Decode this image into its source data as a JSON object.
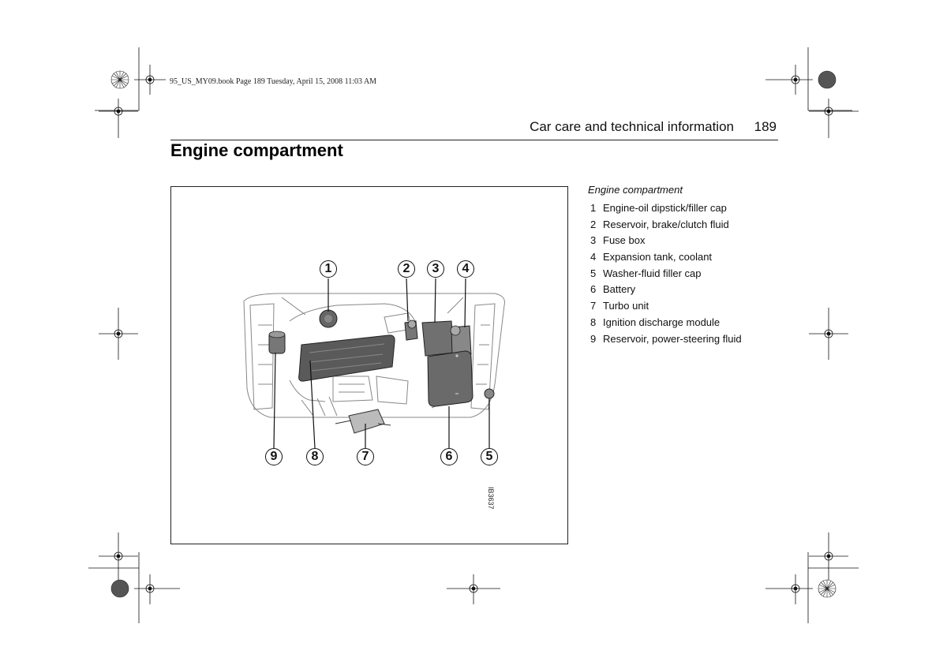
{
  "print_meta": "95_US_MY09.book  Page 189  Tuesday, April 15, 2008  11:03 AM",
  "header": {
    "section": "Car care and technical information",
    "page_number": "189"
  },
  "title": "Engine compartment",
  "figure": {
    "id": "IB3637",
    "callouts": [
      "1",
      "2",
      "3",
      "4",
      "5",
      "6",
      "7",
      "8",
      "9"
    ]
  },
  "legend": {
    "caption": "Engine compartment",
    "items": [
      {
        "num": "1",
        "label": "Engine-oil dipstick/filler cap"
      },
      {
        "num": "2",
        "label": "Reservoir, brake/clutch fluid"
      },
      {
        "num": "3",
        "label": "Fuse box"
      },
      {
        "num": "4",
        "label": "Expansion tank, coolant"
      },
      {
        "num": "5",
        "label": "Washer-fluid filler cap"
      },
      {
        "num": "6",
        "label": "Battery"
      },
      {
        "num": "7",
        "label": "Turbo unit"
      },
      {
        "num": "8",
        "label": "Ignition discharge module"
      },
      {
        "num": "9",
        "label": "Reservoir, power-steering fluid"
      }
    ]
  }
}
